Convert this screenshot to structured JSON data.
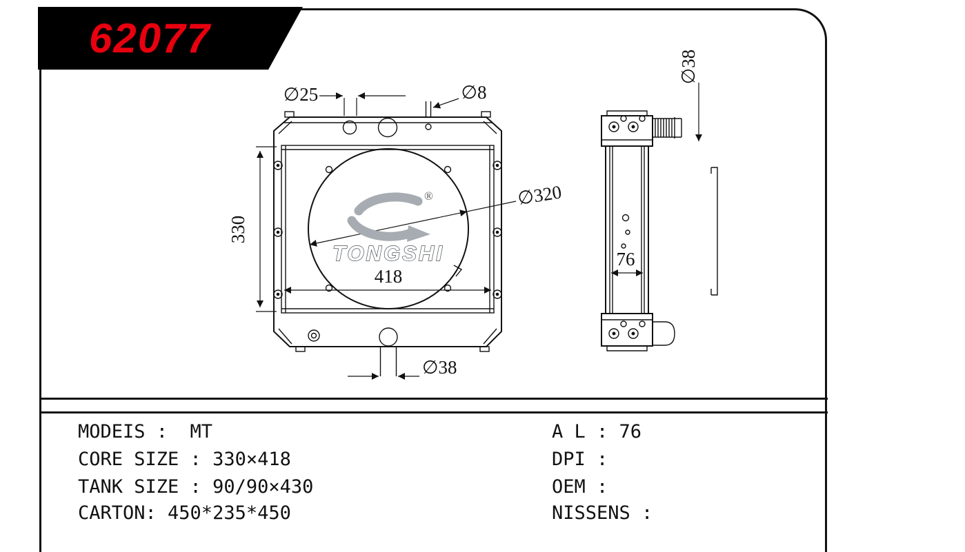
{
  "banner": {
    "part_number": "62077"
  },
  "logo": {
    "brand": "TONGSHI",
    "registered_mark": "®"
  },
  "front_view": {
    "dim_top_pipe": "∅25",
    "dim_small_pipe": "∅8",
    "dim_fan_circle": "∅320",
    "dim_height": "330",
    "dim_width": "418",
    "dim_bottom_pipe": "∅38"
  },
  "side_view": {
    "dim_pipe": "∅38",
    "dim_depth": "76"
  },
  "specs": {
    "left": [
      "MODEIS :  MT",
      "CORE SIZE : 330×418",
      "TANK SIZE : 90/90×430",
      "CARTON: 450*235*450"
    ],
    "right": [
      "A L : 76",
      "DPI :",
      "OEM :",
      "NISSENS :"
    ]
  },
  "colors": {
    "accent_red": "#e8000f",
    "line": "#111111",
    "logo_gray": "#a6acb2"
  }
}
